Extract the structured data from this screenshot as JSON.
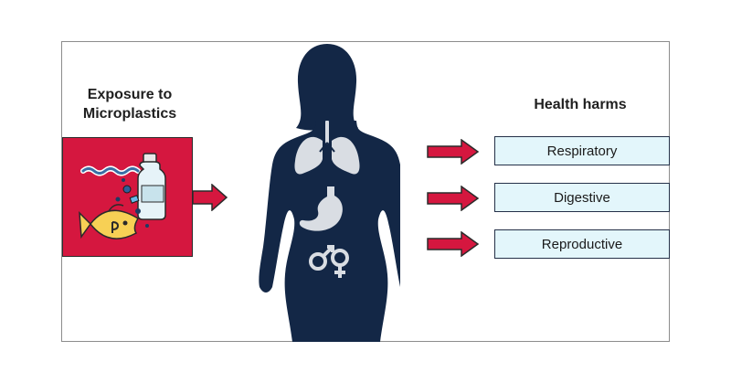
{
  "exposure": {
    "title_line1": "Exposure to",
    "title_line2": "Microplastics",
    "icon": "fish-bottle-microplastics-icon"
  },
  "human_figure": {
    "icon": "female-silhouette-icon",
    "organs": [
      "lungs-icon",
      "stomach-icon",
      "gender-symbols-icon"
    ]
  },
  "health_harms": {
    "title": "Health harms",
    "items": [
      "Respiratory",
      "Digestive",
      "Reproductive"
    ]
  },
  "colors": {
    "accent_red": "#d5173f",
    "silhouette": "#132746",
    "harm_box_fill": "#e3f6fb",
    "harm_box_border": "#243048"
  }
}
